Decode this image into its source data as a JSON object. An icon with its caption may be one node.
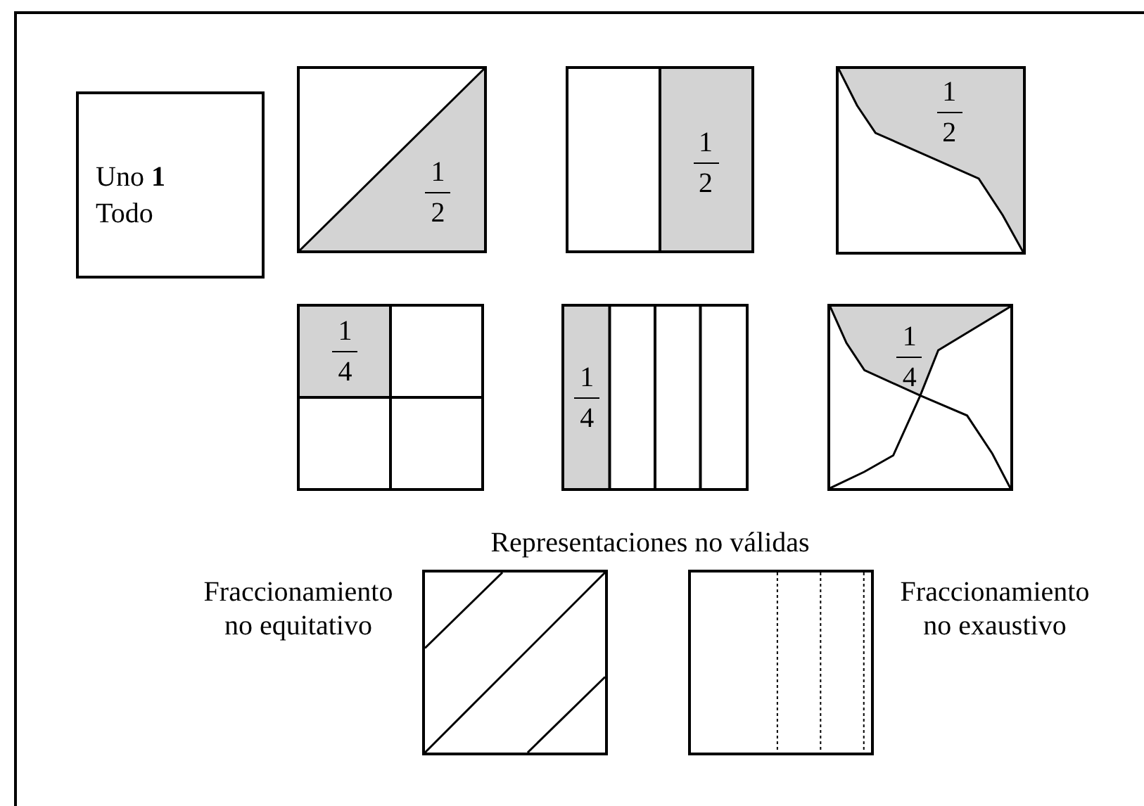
{
  "diagram": {
    "nodes": [
      {
        "text": [
          "Uno **1** Todo"
        ]
      },
      {
        "text": [
          "1",
          "2"
        ]
      },
      {
        "text": [
          "1",
          "2"
        ]
      },
      {
        "text": [
          "1",
          "2"
        ]
      },
      {
        "text": [
          "1",
          "4"
        ]
      },
      {
        "text": [
          "1",
          "4"
        ]
      },
      {
        "text": [
          "1",
          "4"
        ]
      },
      {
        "text": [],
        "shape": "box",
        "beside": [
          "Fraccionamiento no equitativo"
        ]
      },
      {
        "text": [],
        "shape": "box",
        "beside": [
          "Fraccionamiento no exaustivo"
        ]
      }
    ],
    "edges": [],
    "labels": [
      "Representaciones no válidas"
    ]
  }
}
